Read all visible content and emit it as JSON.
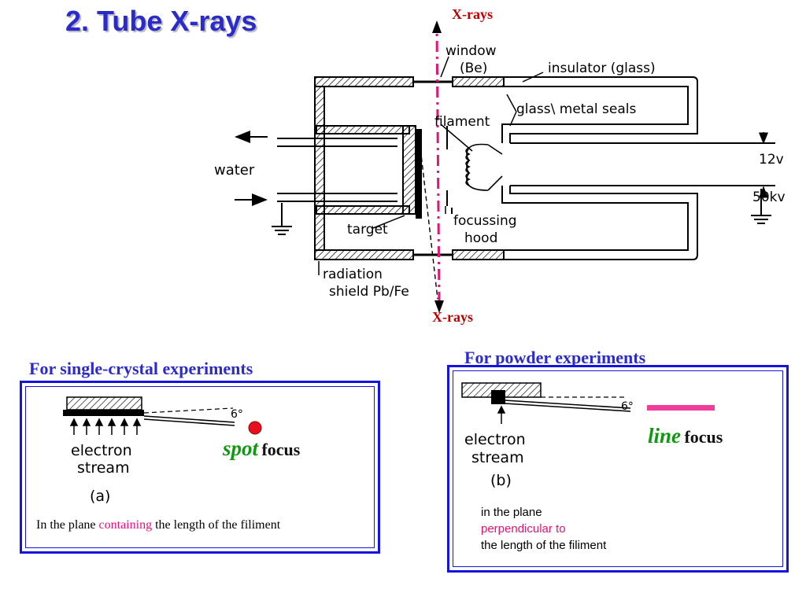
{
  "title": "2. Tube X-rays",
  "xray_top": "X-rays",
  "xray_bottom": "X-rays",
  "tube_labels": {
    "window": "window",
    "window_material": "(Be)",
    "insulator": "insulator (glass)",
    "seals": "glass\\ metal seals",
    "filament": "filament",
    "water": "water",
    "target": "target",
    "focussing_1": "focussing",
    "focussing_2": "hood",
    "shield_1": "radiation",
    "shield_2": "shield Pb/Fe",
    "voltage_low": "12v",
    "voltage_high": "50kv"
  },
  "single_crystal": {
    "heading": "For single-crystal experiments",
    "angle": "6°",
    "stream_1": "electron",
    "stream_2": "stream",
    "panel_tag": "(a)",
    "focus_word": "spot",
    "focus_suffix": "focus",
    "note_pre": "In the plane ",
    "note_highlight": "containing",
    "note_post": " the length of the filiment"
  },
  "powder": {
    "heading": "For powder experiments",
    "angle": "6°",
    "stream_1": "electron",
    "stream_2": "stream",
    "panel_tag": "(b)",
    "focus_word": "line",
    "focus_suffix": "focus",
    "note_line1": "in the plane",
    "note_line2": "perpendicular to",
    "note_line3": "the length of the filiment"
  },
  "colors": {
    "title": "#2b2bcc",
    "heading": "#2b2bcc",
    "xray_label": "#c00000",
    "xray_beam": "#e0147a",
    "panel_border": "#1414dd",
    "focus_word": "#109910",
    "spot": "#e8101e",
    "line": "#f03c9a"
  }
}
